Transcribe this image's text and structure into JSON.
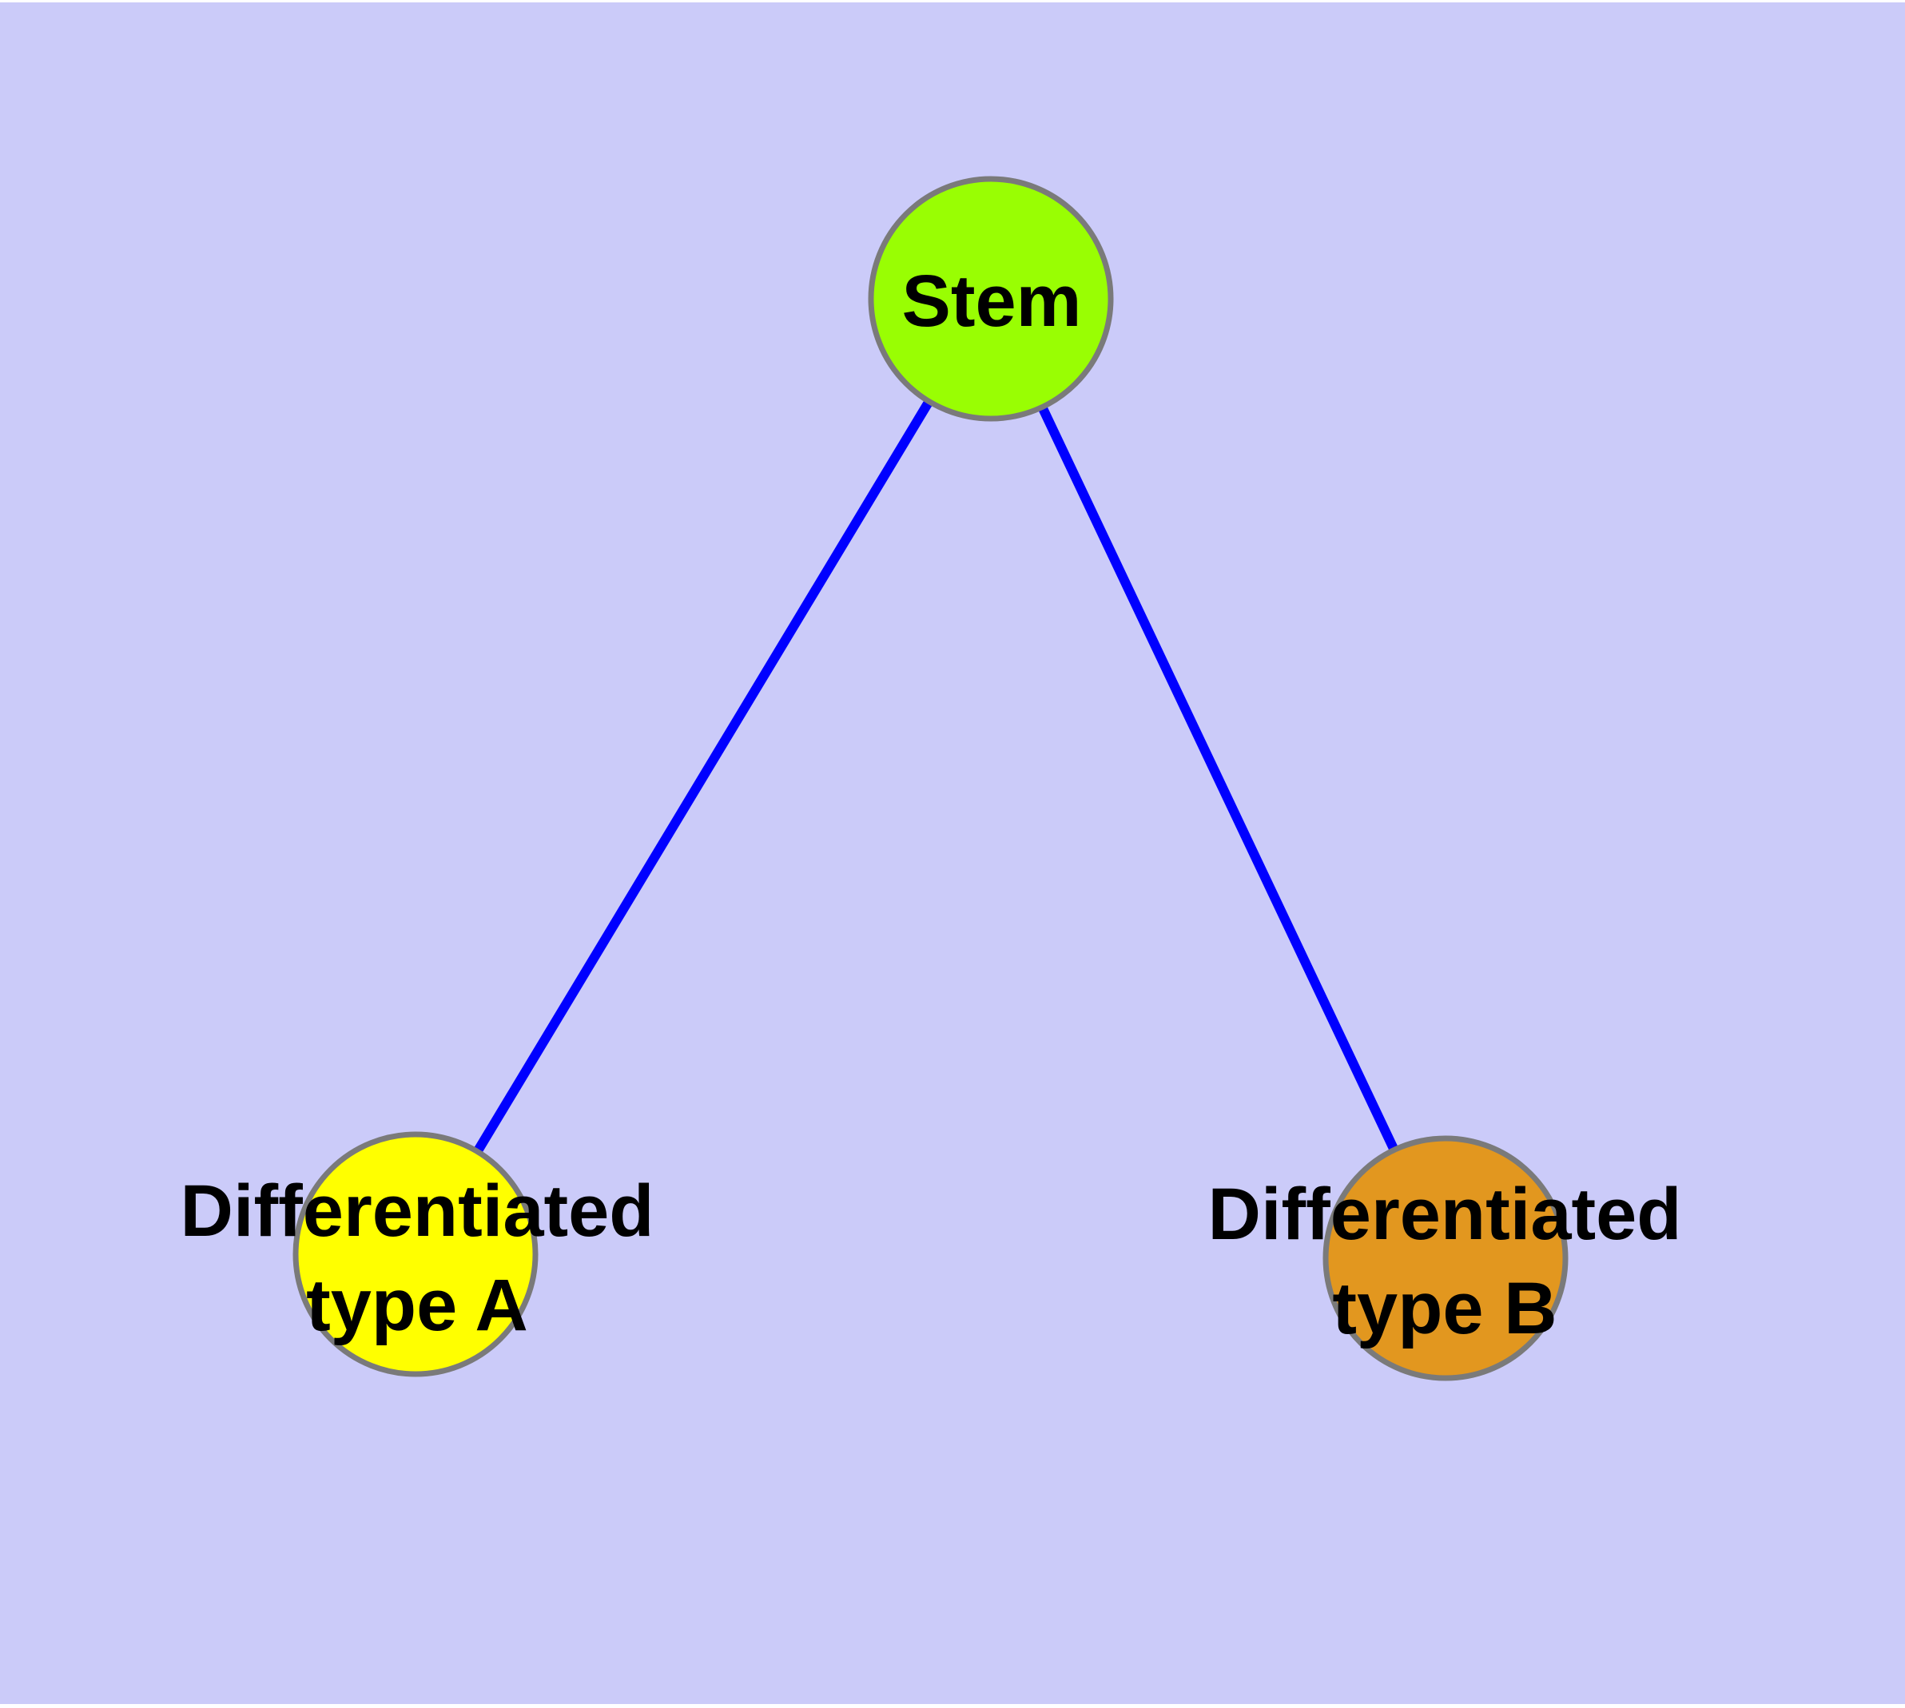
{
  "diagram": {
    "title": "",
    "background_color": "#CBCBF9",
    "edge_color": "#0000FF",
    "node_border_color": "#7a7a7a",
    "text_color": "#000000",
    "nodes": {
      "stem": {
        "label": "Stem",
        "fill": "#99FE03"
      },
      "type_a": {
        "line1": "Differentiated",
        "line2": "type A",
        "fill": "#FFFF00"
      },
      "type_b": {
        "line1": "Differentiated",
        "line2": "type B",
        "fill": "#E2971F"
      }
    },
    "edges": [
      {
        "from": "stem",
        "to": "type_a"
      },
      {
        "from": "stem",
        "to": "type_b"
      }
    ]
  }
}
